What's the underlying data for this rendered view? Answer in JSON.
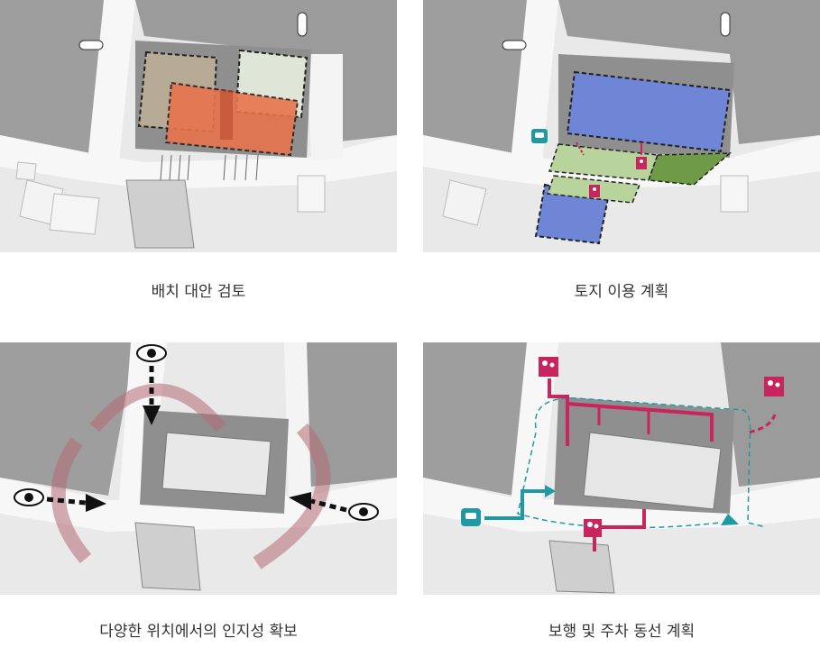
{
  "captions": {
    "panel1": "배치 대안 검토",
    "panel2": "토지 이용 계획",
    "panel3": "다양한 위치에서의 인지성 확보",
    "panel4": "보행 및 주차 동선 계획"
  },
  "colors": {
    "water": "#9e9e9e",
    "ground": "#e6e6e6",
    "road": "#f7f7f7",
    "block_tan": "#b8ab96",
    "block_light_green": "#dfe6d8",
    "block_orange": "#e8744d",
    "land_blue": "#6f86d6",
    "land_green": "#b8d39c",
    "land_dark_green": "#6f9b48",
    "magenta": "#c8245e",
    "teal": "#1f9aa5",
    "view_arc": "#b56a74",
    "eye": "#111111"
  },
  "icons": {
    "parking": "car-icon",
    "pedestrian": "pedestrian-family-icon",
    "viewpoint": "eye-icon"
  }
}
